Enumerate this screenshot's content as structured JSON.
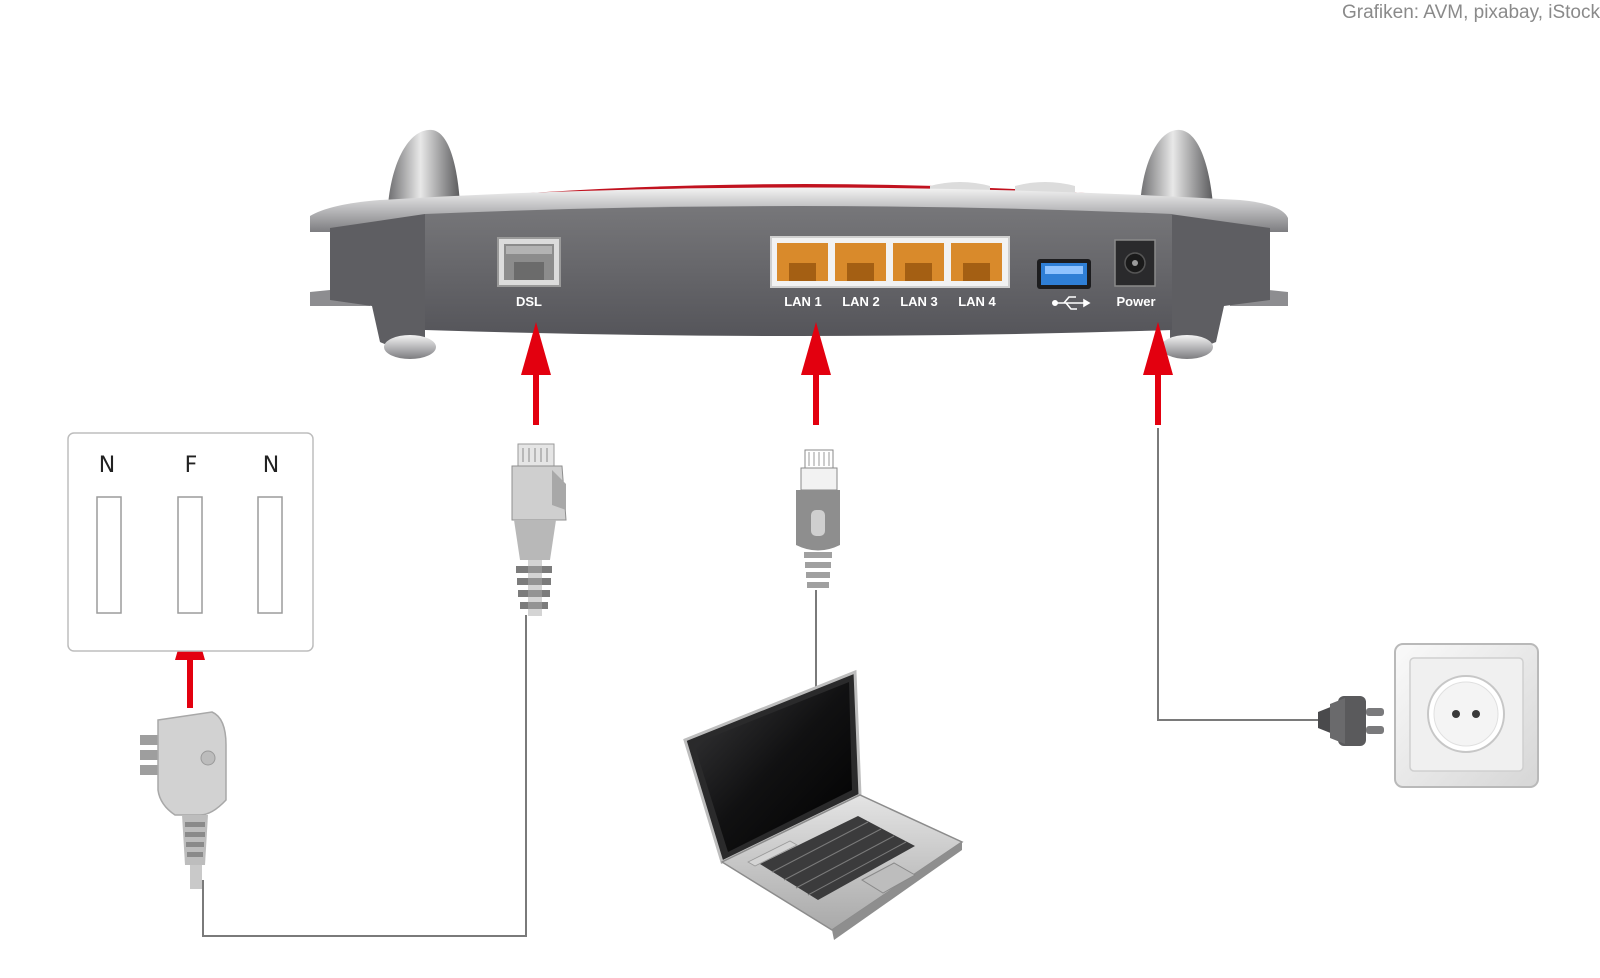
{
  "credit": "Grafiken: AVM, pixabay, iStock",
  "router": {
    "ports": {
      "dsl": "DSL",
      "lan1": "LAN 1",
      "lan2": "LAN 2",
      "lan3": "LAN 3",
      "lan4": "LAN 4",
      "power": "Power"
    },
    "usb_icon": "usb-icon"
  },
  "tae_socket": {
    "labels": [
      "N",
      "F",
      "N"
    ]
  },
  "colors": {
    "arrow": "#e3000f",
    "router_body": "#6a6a6d",
    "router_red": "#c1121f",
    "lan_port": "#d98a2b",
    "usb_port": "#2f7fd6",
    "cable": "#7a7a7a"
  }
}
